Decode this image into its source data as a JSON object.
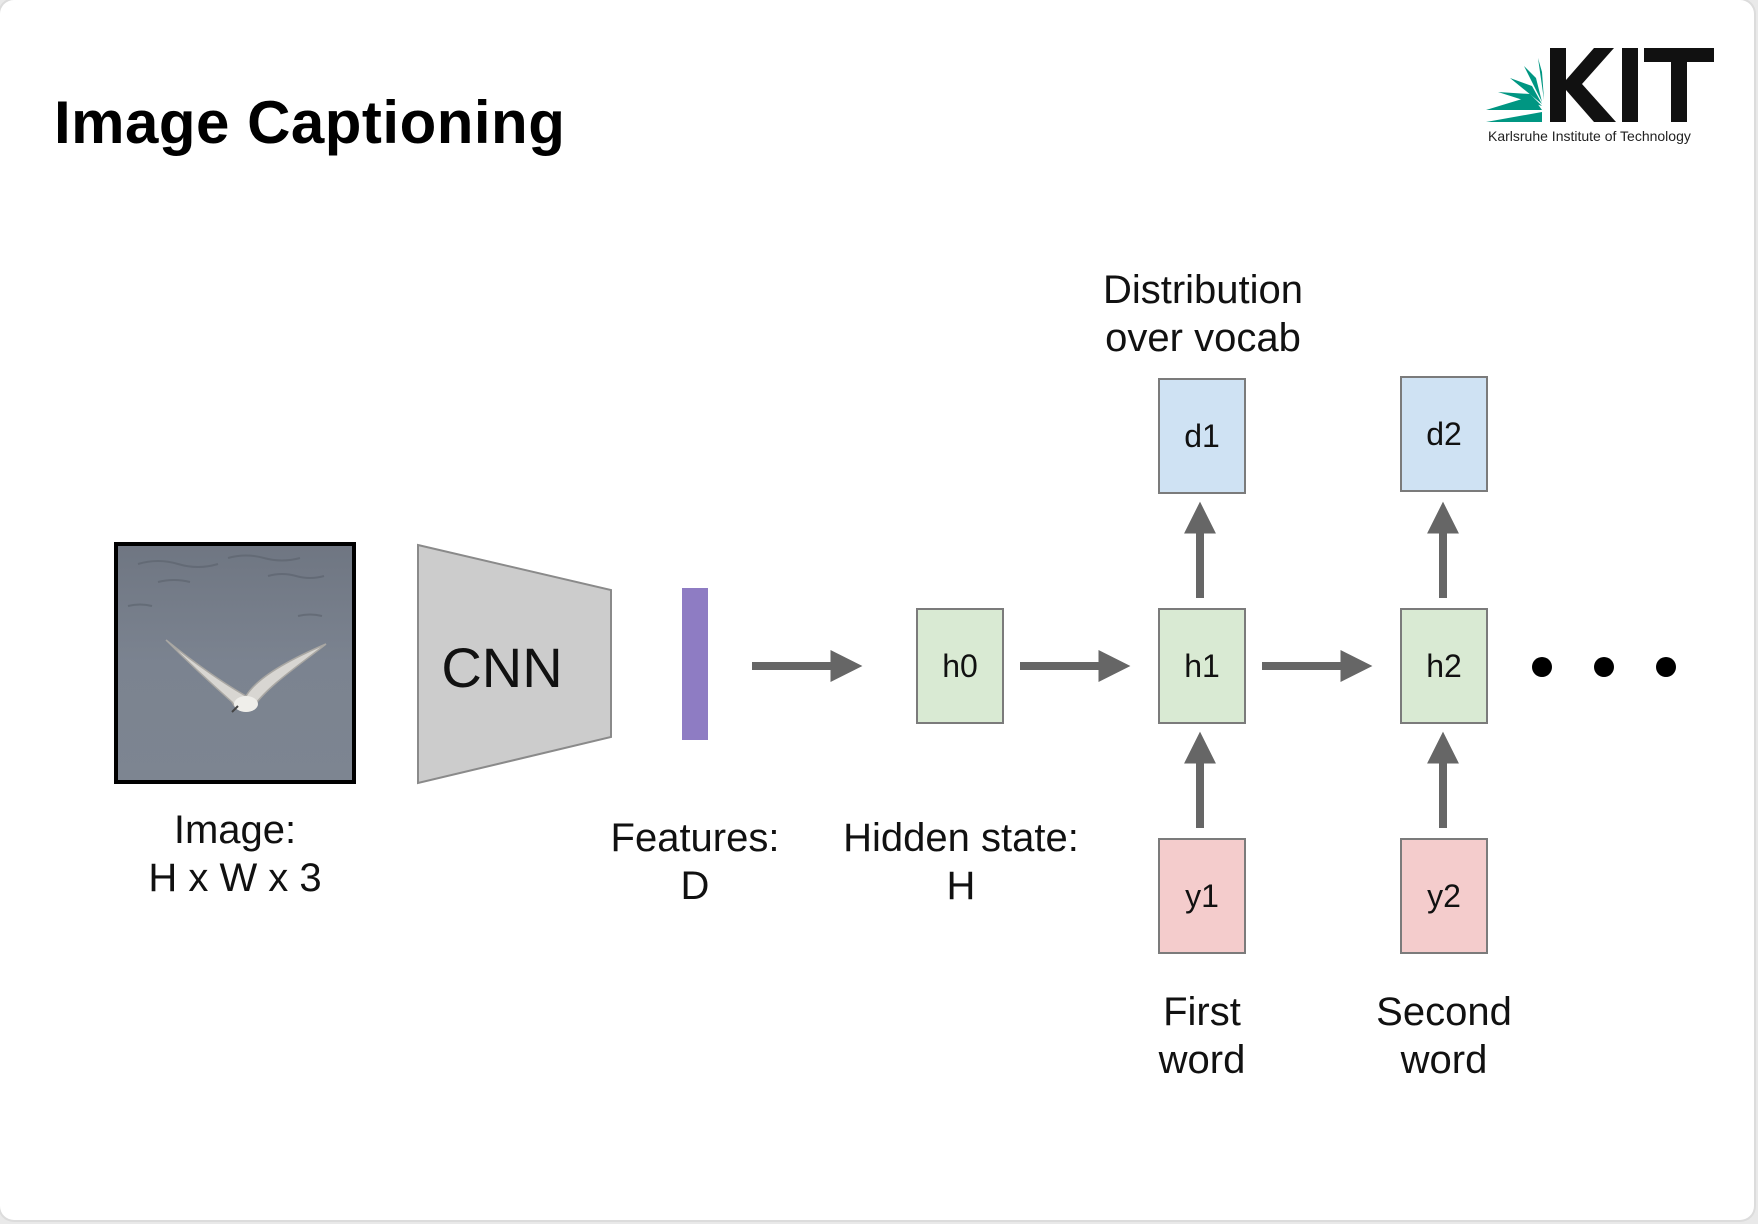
{
  "title": "Image Captioning",
  "logo": {
    "text": "KIT",
    "subtitle": "Karlsruhe Institute of Technology",
    "accent_color": "#009682"
  },
  "image_label": [
    "Image:",
    "H x W x 3"
  ],
  "cnn_label": "CNN",
  "features_label": [
    "Features:",
    "D"
  ],
  "hidden_label": [
    "Hidden state:",
    "H"
  ],
  "distribution_label": [
    "Distribution",
    "over vocab"
  ],
  "hidden_states": [
    "h0",
    "h1",
    "h2"
  ],
  "outputs": [
    "d1",
    "d2"
  ],
  "inputs": [
    "y1",
    "y2"
  ],
  "word_labels": [
    [
      "First",
      "word"
    ],
    [
      "Second",
      "word"
    ]
  ],
  "colors": {
    "hidden": "#d9ead3",
    "output": "#cfe2f3",
    "input": "#f4cccc",
    "feature_bar": "#8e7cc3",
    "cnn": "#cccccc",
    "arrow": "#666666"
  }
}
